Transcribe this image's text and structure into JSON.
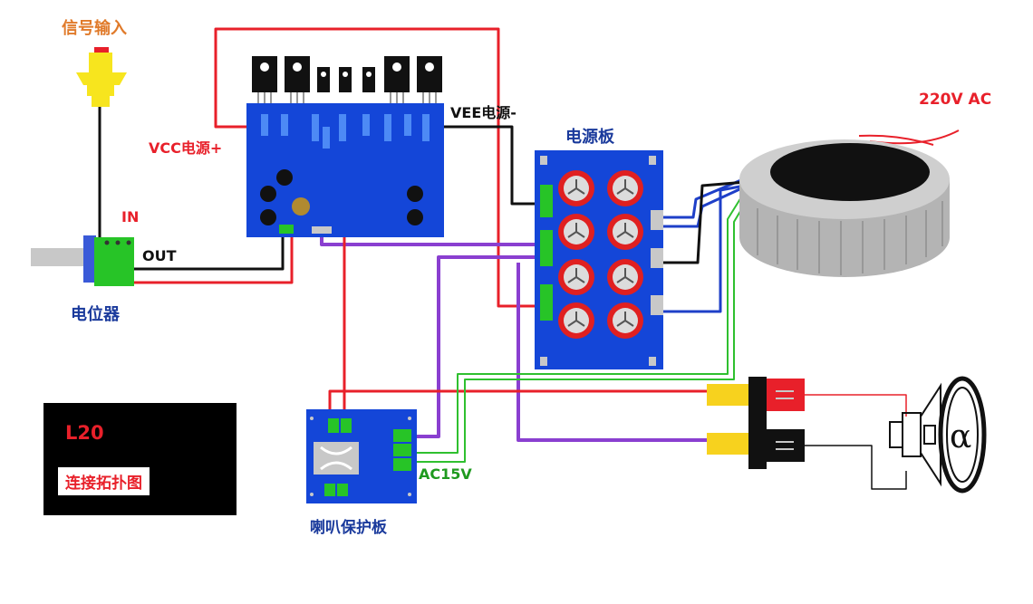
{
  "labels": {
    "signal_input": "信号输入",
    "in": "IN",
    "out": "OUT",
    "potentiometer": "电位器",
    "vcc": "VCC电源+",
    "vee": "VEE电源-",
    "power_board": "电源板",
    "ac_220v": "220V AC",
    "ac_15v": "AC15V",
    "speaker_protection": "喇叭保护板"
  },
  "title_box": {
    "code": "L20",
    "subtitle": "连接拓扑图"
  },
  "colors": {
    "wire_red": "#e8202a",
    "wire_black": "#111111",
    "wire_blue": "#1e3fc8",
    "wire_purple": "#8a3fd0",
    "wire_green": "#2fc02f",
    "pcb_blue": "#1446d8",
    "capacitor_red": "#e02020",
    "connector_green": "#27c427",
    "terminal_yellow": "#f7d21e"
  }
}
